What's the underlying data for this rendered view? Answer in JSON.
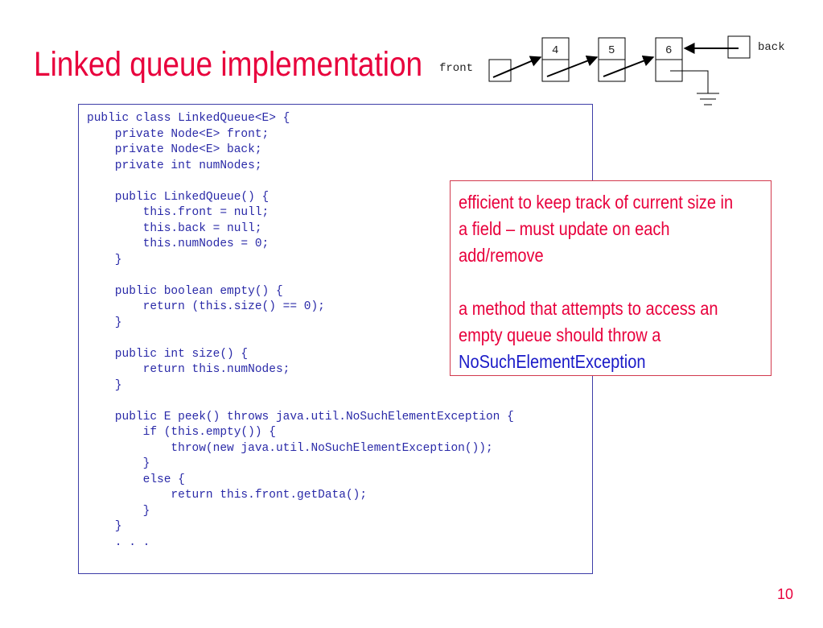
{
  "slide": {
    "title": "Linked queue implementation",
    "page_number": "10"
  },
  "diagram": {
    "front_label": "front",
    "back_label": "back",
    "nodes": [
      "4",
      "5",
      "6"
    ]
  },
  "code_lines": [
    "public class LinkedQueue<E> {",
    "    private Node<E> front;",
    "    private Node<E> back;",
    "    private int numNodes;",
    "",
    "    public LinkedQueue() {",
    "        this.front = null;",
    "        this.back = null;",
    "        this.numNodes = 0;",
    "    }",
    "",
    "    public boolean empty() {",
    "        return (this.size() == 0);",
    "    }",
    "",
    "    public int size() {",
    "        return this.numNodes;",
    "    }",
    "",
    "    public E peek() throws java.util.NoSuchElementException {",
    "        if (this.empty()) {",
    "            throw(new java.util.NoSuchElementException());",
    "        }",
    "        else {",
    "            return this.front.getData();",
    "        }",
    "    }",
    "    . . ."
  ],
  "callout": {
    "line1": "efficient to keep track of current size in",
    "line2": "a field – must update on each",
    "line3": "add/remove",
    "line4": "a method that attempts to access an",
    "line5": "empty queue should throw a",
    "line6": "NoSuchElementException"
  }
}
